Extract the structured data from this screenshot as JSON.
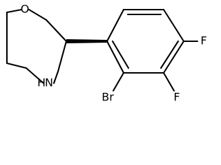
{
  "molecule": {
    "atoms": {
      "o": "O",
      "n": "N",
      "h": "H",
      "br": "Br",
      "f_upper": "F",
      "f_lower": "F"
    }
  }
}
